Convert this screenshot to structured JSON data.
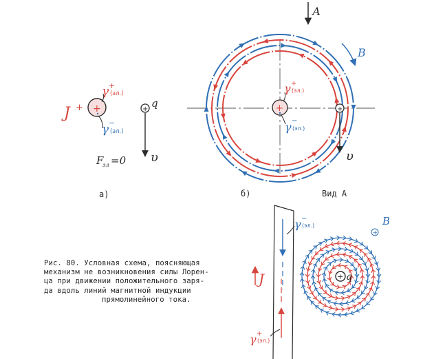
{
  "colors": {
    "ink": "#2b2b2b",
    "red": "#d8453e",
    "blue": "#2f6fb5"
  },
  "panel_a": {
    "label": "а)",
    "current_symbol": "J",
    "current_sign": "+",
    "gamma_top": "γ",
    "gamma_top_sign": "+",
    "gamma_top_sub": "(эл.)",
    "gamma_bottom": "γ",
    "gamma_bottom_sign": "−",
    "gamma_bottom_sub": "(эл.)",
    "charge": "q",
    "velocity": "υ",
    "force_symbol": "F",
    "force_sub": "эл",
    "force_value": "=0"
  },
  "panel_b": {
    "label": "б)",
    "view_label": "Вид А",
    "arrow_label": "А",
    "field_label": "B",
    "gamma_top": "γ",
    "gamma_top_sign": "+",
    "gamma_top_sub": "(эл.)",
    "gamma_bottom": "γ",
    "gamma_bottom_sign": "−",
    "gamma_bottom_sub": "(эл.)",
    "velocity": "υ"
  },
  "panel_c": {
    "gamma_top": "γ",
    "gamma_top_sign": "−",
    "gamma_top_sub": "(эл.)",
    "gamma_bottom": "γ",
    "gamma_bottom_sign": "+",
    "gamma_bottom_sub": "(эл.)",
    "current_symbol": "J",
    "field_label": "B",
    "charge": "q"
  },
  "caption": {
    "line1": "Рис. 80. Условная схема, поясняющая",
    "line2": "механизм не возникновения силы Лорен-",
    "line3": "ца при движении положительного заря-",
    "line4": "да вдоль линий магнитной индукции",
    "line5": "прямолинейного тока."
  }
}
